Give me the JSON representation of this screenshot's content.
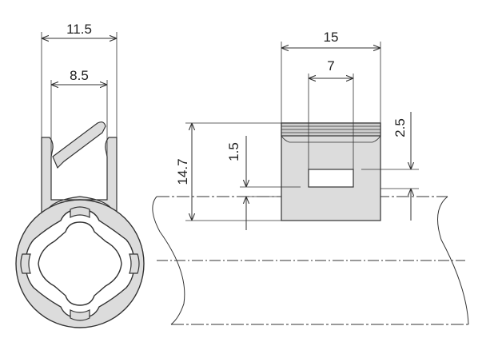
{
  "diagram": {
    "left_view": {
      "width_outer": "11.5",
      "width_inner": "8.5"
    },
    "right_view": {
      "width_outer": "15",
      "width_inner": "7",
      "height_total": "14.7",
      "height_lower": "1.5",
      "height_upper": "2.5"
    }
  }
}
